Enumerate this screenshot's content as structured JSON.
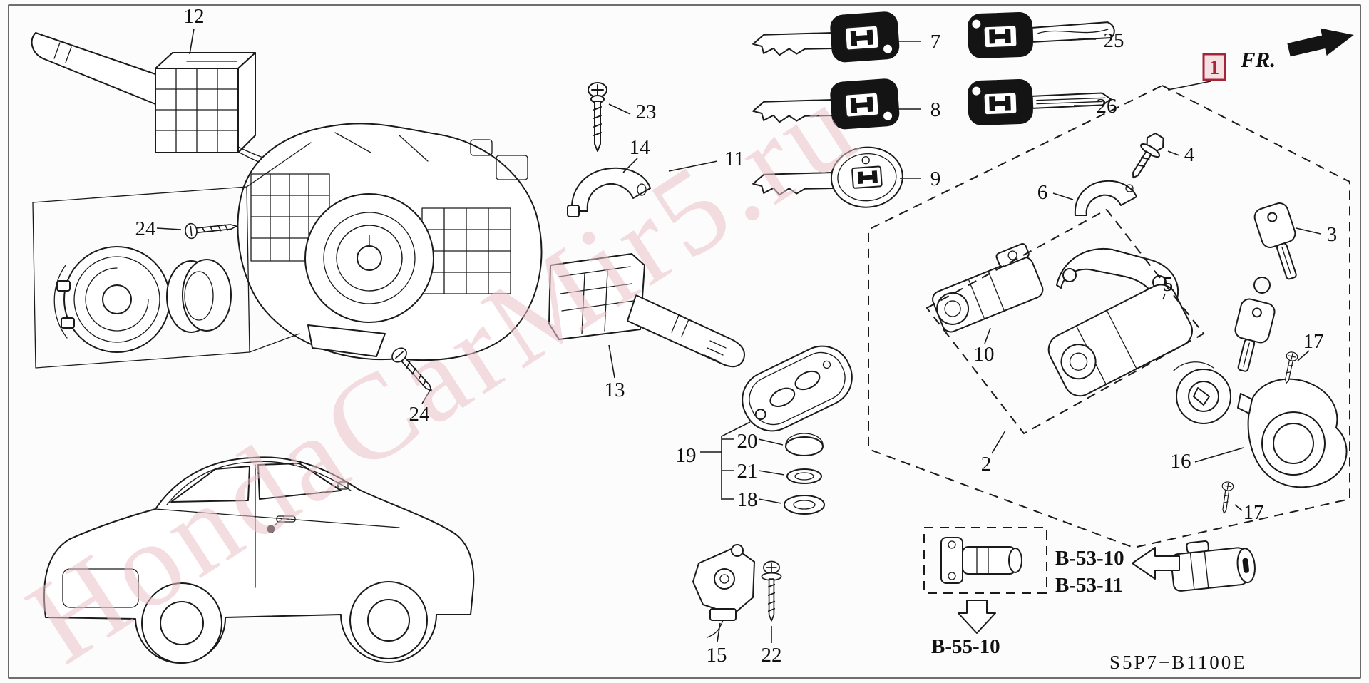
{
  "diagram": {
    "code": "S5P7−B1100E",
    "fr_label": "FR.",
    "watermark": "HondaCarMir5.ru"
  },
  "refs": {
    "b53_10": "B-53-10",
    "b53_11": "B-53-11",
    "b55_10": "B-55-10"
  },
  "callouts": {
    "n1": "1",
    "n2": "2",
    "n3": "3",
    "n4": "4",
    "n5": "5",
    "n6": "6",
    "n7": "7",
    "n8": "8",
    "n9": "9",
    "n10": "10",
    "n11": "11",
    "n12": "12",
    "n13": "13",
    "n14": "14",
    "n15": "15",
    "n16": "16",
    "n17": "17",
    "n18": "18",
    "n19": "19",
    "n20": "20",
    "n21": "21",
    "n22": "22",
    "n23": "23",
    "n24": "24",
    "n25": "25",
    "n26": "26"
  },
  "colors": {
    "line": "#1a1a1a",
    "highlight": "#a32638",
    "highlight_bg": "#f7e0e4",
    "watermark": "#eac3ca",
    "key_head": "#141414",
    "background": "#fcfcfc"
  }
}
